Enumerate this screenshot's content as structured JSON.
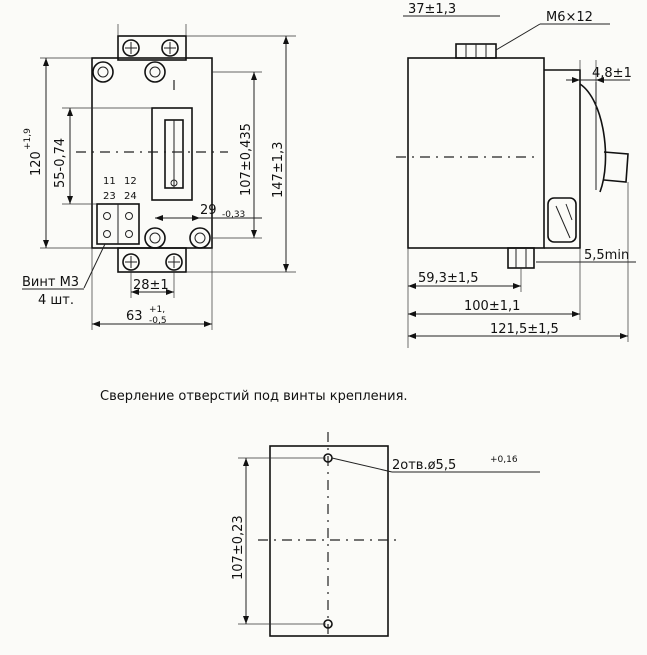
{
  "caption": "Сверление отверстий под винты крепления.",
  "front_view": {
    "dim_width_top": "37±1,3",
    "dim_height_total": "147±1,3",
    "dim_height_120": "120",
    "dim_height_120_tol": "+1,9",
    "dim_55": "55-0,74",
    "dim_107": "107±0,435",
    "dim_29": "29",
    "dim_29_tol": "-0,33",
    "dim_28": "28±1",
    "dim_63": "63",
    "dim_63_tol_upper": "+1,",
    "dim_63_tol_lower": "-0,5",
    "screw_label_1": "Винт М3",
    "screw_label_2": "4 шт.",
    "terminal_11": "11",
    "terminal_12": "12",
    "terminal_23": "23",
    "terminal_24": "24"
  },
  "side_view": {
    "screw_label": "М6×12",
    "dim_4_8": "4,8±1",
    "dim_5_5": "5,5min",
    "dim_59_3": "59,3±1,5",
    "dim_100": "100±1,1",
    "dim_121_5": "121,5±1,5"
  },
  "drill_view": {
    "hole_label": "2отв.ø5,5",
    "hole_tol": "+0,16",
    "dim_107": "107±0,23"
  }
}
